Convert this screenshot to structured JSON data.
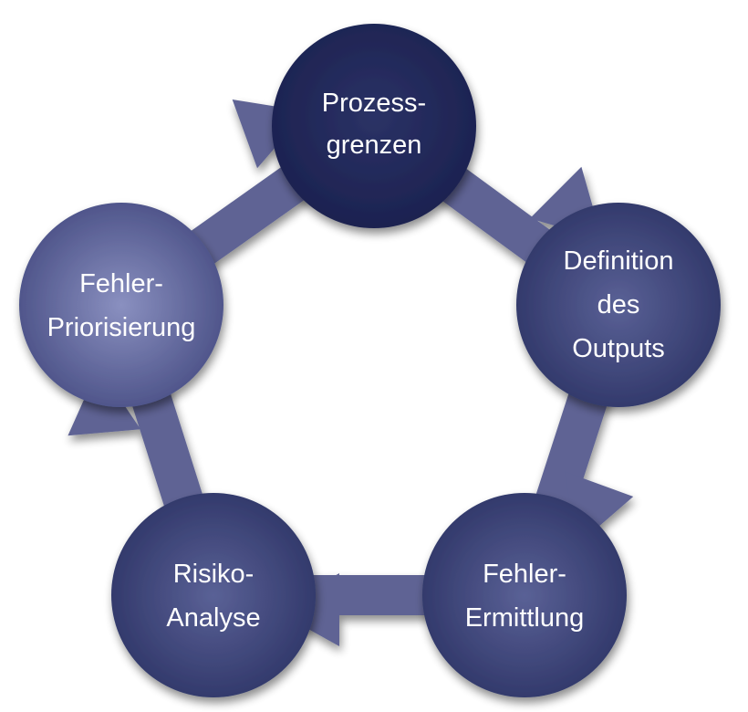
{
  "diagram": {
    "type": "cycle",
    "nodes": [
      {
        "id": "prozessgrenzen",
        "lines": [
          "Prozess-",
          "grenzen"
        ]
      },
      {
        "id": "definition-outputs",
        "lines": [
          "Definition",
          "des",
          "Outputs"
        ]
      },
      {
        "id": "fehler-ermittlung",
        "lines": [
          "Fehler-",
          "Ermittlung"
        ]
      },
      {
        "id": "risiko-analyse",
        "lines": [
          "Risiko-",
          "Analyse"
        ]
      },
      {
        "id": "fehler-priorisierung",
        "lines": [
          "Fehler-",
          "Priorisierung"
        ]
      }
    ],
    "flow": [
      [
        "prozessgrenzen",
        "definition-outputs"
      ],
      [
        "definition-outputs",
        "fehler-ermittlung"
      ],
      [
        "fehler-ermittlung",
        "risiko-analyse"
      ],
      [
        "risiko-analyse",
        "fehler-priorisierung"
      ],
      [
        "fehler-priorisierung",
        "prozessgrenzen"
      ]
    ],
    "colors": {
      "arrow": "#5e6494",
      "node_dark": "#1f2552",
      "node_mid": "#353c70",
      "node_light": "#4e5488",
      "node_highlight": "#7c82b4"
    }
  }
}
